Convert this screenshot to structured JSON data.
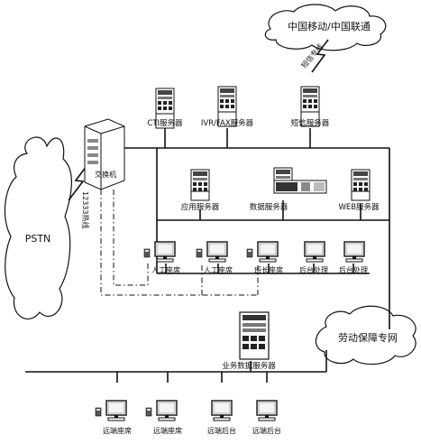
{
  "clouds": {
    "carrier": "中国移动/中国联通",
    "pstn": "PSTN",
    "labor_net": "劳动保障专网"
  },
  "links": {
    "sms_link": "短信专线",
    "hotline": "12333热线"
  },
  "devices": {
    "pbx": "交换机",
    "cti_server": "CTI服务器",
    "ivr_fax_server": "IVR/FAX服务器",
    "sms_server": "短信服务器",
    "app_server": "应用服务器",
    "data_server": "数据服务器",
    "web_server": "WEB服务器",
    "business_db_server": "业务数据服务器"
  },
  "workstations": {
    "agent_1": "人工座席",
    "agent_2": "人工座席",
    "supervisor": "班长座席",
    "backend_1": "后台处理",
    "backend_2": "后台处理"
  },
  "remote_stations": {
    "remote_agent_1": "远端座席",
    "remote_agent_2": "远端座席",
    "remote_backend_1": "远端后台",
    "remote_backend_2": "远端后台"
  }
}
